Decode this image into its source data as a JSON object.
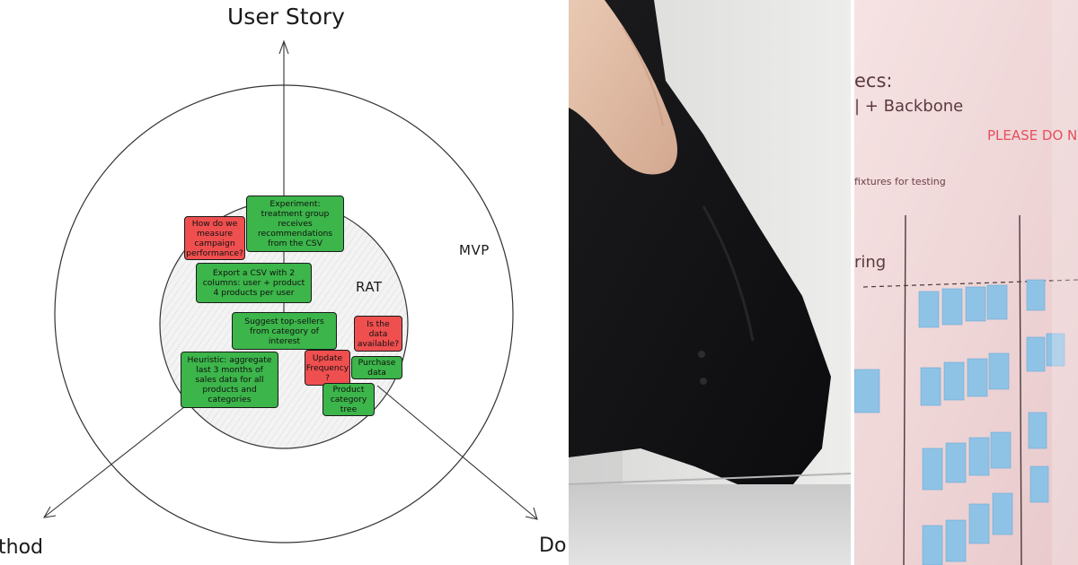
{
  "diagram": {
    "axes": {
      "top": "User Story",
      "left": "thod",
      "right": "Do"
    },
    "rings": {
      "outer": "MVP",
      "inner": "RAT"
    },
    "notes": [
      {
        "text": "Experiment: treatment group receives recommendations from the CSV",
        "color": "green"
      },
      {
        "text": "How do we measure campaign performance?",
        "color": "red"
      },
      {
        "text": "Export a CSV with 2 columns: user + product 4 products per user",
        "color": "green"
      },
      {
        "text": "Suggest top-sellers from category of interest",
        "color": "green"
      },
      {
        "text": "Is the data available?",
        "color": "red"
      },
      {
        "text": "Heuristic: aggregate last 3 months of sales data for all products and categories",
        "color": "green"
      },
      {
        "text": "Update Frequency ?",
        "color": "red"
      },
      {
        "text": "Purchase data",
        "color": "green"
      },
      {
        "text": "Product category tree",
        "color": "green"
      }
    ],
    "colors": {
      "green": "#3cb54a",
      "red": "#ef4f4f",
      "ink": "#1a1a1a"
    }
  },
  "photos": {
    "arm": {
      "icon": "arm-photo"
    },
    "whiteboard": {
      "icon": "whiteboard-photo",
      "lines": [
        "ecs:",
        "| + Backbone",
        "PLEASE DO NOT ERAS",
        "fixtures for testing",
        "ring"
      ]
    }
  }
}
